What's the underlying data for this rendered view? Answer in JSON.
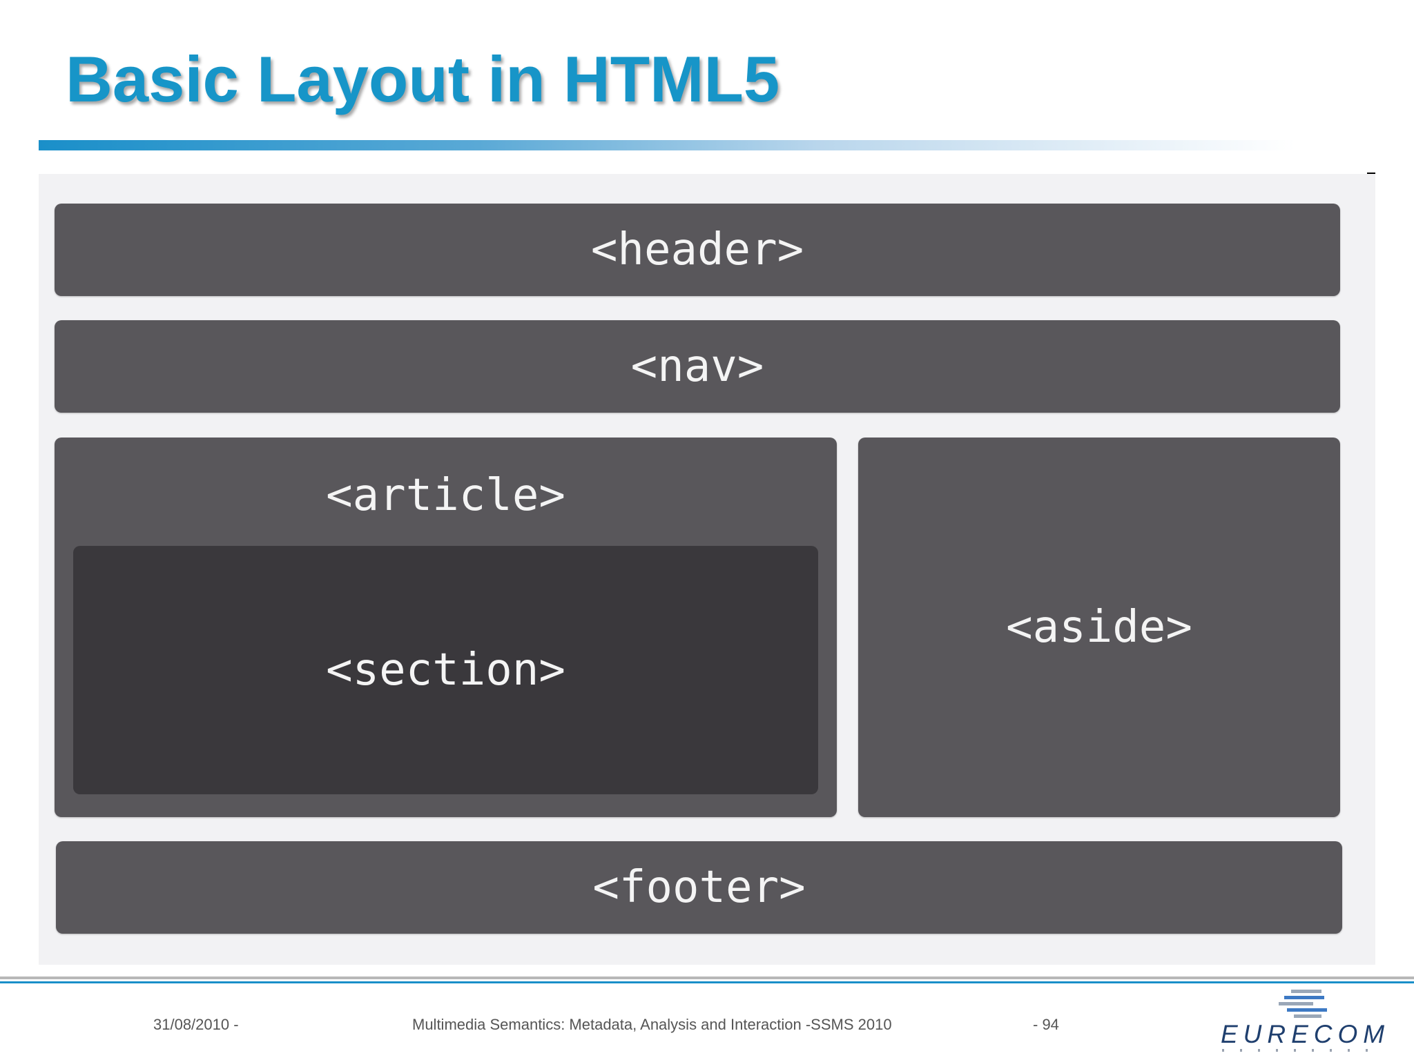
{
  "slide": {
    "title": "Basic Layout in HTML5"
  },
  "diagram": {
    "header": "<header>",
    "nav": "<nav>",
    "article": "<article>",
    "section": "<section>",
    "aside": "<aside>",
    "footer": "<footer>"
  },
  "footer": {
    "date": "31/08/2010 -",
    "course": "Multimedia Semantics: Metadata, Analysis and Interaction -SSMS 2010",
    "page": "- 94"
  },
  "logo": {
    "text": "EURECOM",
    "colors": {
      "text": "#1f3f6e",
      "mark": "#3d79c4"
    }
  },
  "colors": {
    "title": "#1795c8",
    "accent_rule": "#1a8fc9",
    "box": "#59575b",
    "box_dark": "#3a383c",
    "diagram_background": "#f2f2f4",
    "label_text": "#f4f4f4"
  }
}
